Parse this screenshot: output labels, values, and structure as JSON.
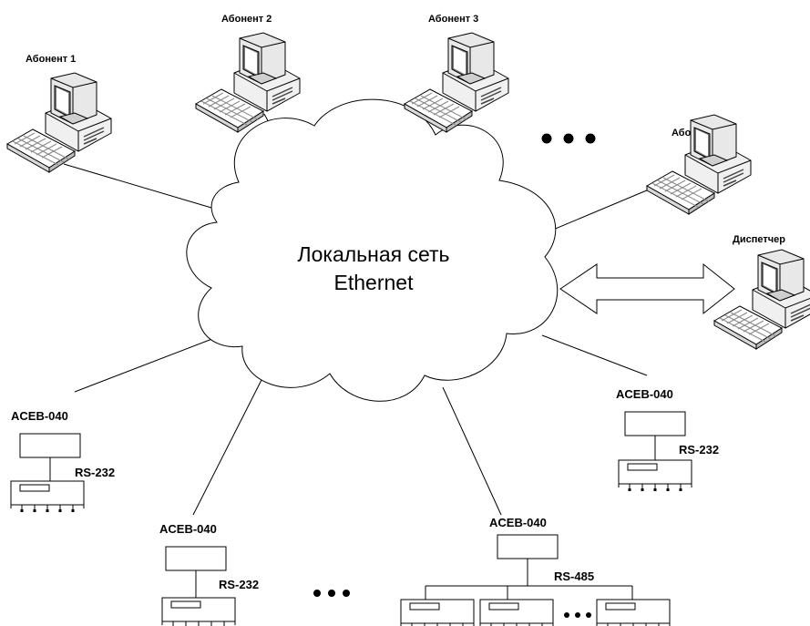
{
  "cloud": {
    "line1": "Локальная сеть",
    "line2": "Ethernet"
  },
  "subscribers": [
    {
      "label": "Абонент 1"
    },
    {
      "label": "Абонент 2"
    },
    {
      "label": "Абонент 3"
    },
    {
      "label": "Абонент N"
    }
  ],
  "dispatcher": {
    "label": "Диспетчер"
  },
  "devices": [
    {
      "label": "ACEB-040",
      "interface": "RS-232"
    },
    {
      "label": "ACEB-040",
      "interface": "RS-232"
    },
    {
      "label": "ACEB-040",
      "interface": "RS-485"
    },
    {
      "label": "ACEB-040",
      "interface": "RS-232"
    }
  ],
  "icons": {
    "workstation": "workstation-icon",
    "controller": "controller-icon",
    "ellipsis": "ellipsis-dots",
    "link": "bidirectional-arrow-icon"
  }
}
